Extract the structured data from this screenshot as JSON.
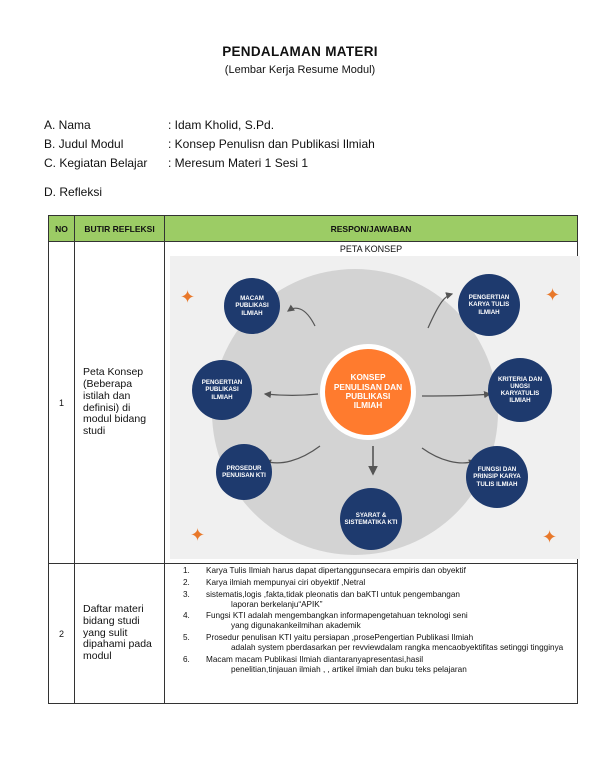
{
  "header": {
    "title": "PENDALAMAN MATERI",
    "subtitle": "(Lembar Kerja Resume Modul)"
  },
  "identity": {
    "nama_label": "A. Nama",
    "nama_value": ": Idam Kholid, S.Pd.",
    "judul_label": "B. Judul Modul",
    "judul_value": ": Konsep Penulisn dan Publikasi Ilmiah",
    "kegiatan_label": "C. Kegiatan Belajar",
    "kegiatan_value": ": Meresum Materi 1 Sesi 1",
    "refleksi_label": "D. Refleksi"
  },
  "table": {
    "headers": {
      "no": "NO",
      "butir": "BUTIR REFLEKSI",
      "respon": "RESPON/JAWABAN"
    },
    "row1": {
      "no": "1",
      "butir": "Peta Konsep (Beberapa istilah dan definisi) di modul bidang studi",
      "peta_title": "PETA KONSEP",
      "center": "KONSEP PENULISAN DAN PUBLIKASI ILMIAH",
      "nodes": {
        "macam": "MACAM PUBLIKASI ILMIAH",
        "pengertian_kti": "PENGERTIAN KARYA TULIS ILMIAH",
        "pengertian_publikasi": "PENGERTIAN PUBLIKASI ILMIAH",
        "kriteria": "KRITERIA DAN UNGSI KARYATULIS ILMIAH",
        "prosedur": "PROSEDUR PENUISAN KTI",
        "fungsi": "FUNGSI DAN PRINSIP KARYA TULIS ILMIAH",
        "syarat": "SYARAT & SISTEMATIKA KTI"
      }
    },
    "row2": {
      "no": "2",
      "butir": "Daftar materi bidang studi yang sulit dipahami pada modul",
      "items": [
        {
          "num": "1.",
          "line1": "Karya Tulis Ilmiah harus dapat dipertanggunsecara empiris dan obyektif",
          "line2": ""
        },
        {
          "num": "2.",
          "line1": "Karya ilmiah mempunyai ciri obyektif ,Netral",
          "line2": ""
        },
        {
          "num": "3.",
          "line1": "sistematis,logis ,fakta,tidak pleonatis dan baKTI untuk pengembangan",
          "line2": "laporan berkelanju“APIK”"
        },
        {
          "num": "4.",
          "line1": "Fungsi KTI adalah mengembangkan informapengetahuan teknologi seni",
          "line2": "yang digunakankeilmihan akademik"
        },
        {
          "num": "5.",
          "line1": "Prosedur penulisan KTI yaitu persiapan ,prosePengertian Publikasi Ilmiah",
          "line2": "adalah system pberdasarkan per revviewdalam rangka mencaobyektifitas setinggi tingginya"
        },
        {
          "num": "6.",
          "line1": "Macam macam Publikasi Ilmiah diantaranyapresentasi,hasil",
          "line2": "penelitian,tinjauan ilmiah , , artikel ilmiah dan buku teks pelajaran"
        }
      ]
    }
  },
  "colors": {
    "header_green": "#9ccc65",
    "navy": "#1e3a6e",
    "orange": "#ff7b2e"
  }
}
